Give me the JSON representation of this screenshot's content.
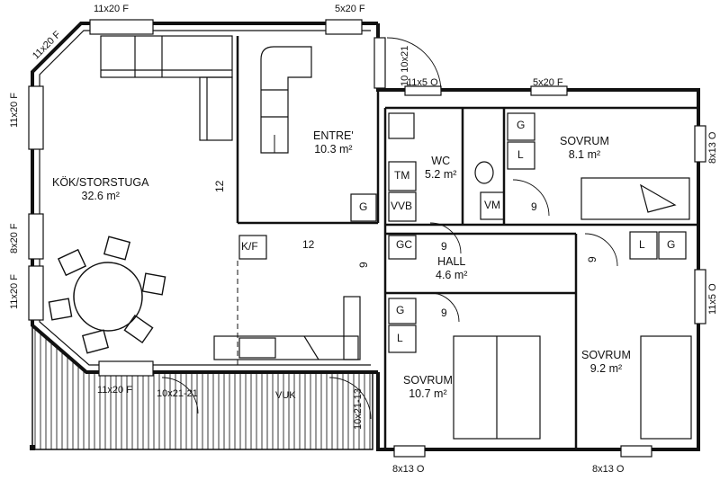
{
  "rooms": {
    "kok": {
      "name": "KÖK/STORSTUGA",
      "area": "32.6 m²"
    },
    "entre": {
      "name": "ENTRE'",
      "area": "10.3 m²"
    },
    "wc": {
      "name": "WC",
      "area": "5.2 m²"
    },
    "sovrum1": {
      "name": "SOVRUM",
      "area": "8.1 m²"
    },
    "hall": {
      "name": "HALL",
      "area": "4.6 m²"
    },
    "sovrum2": {
      "name": "SOVRUM",
      "area": "10.7 m²"
    },
    "sovrum3": {
      "name": "SOVRUM",
      "area": "9.2 m²"
    }
  },
  "windows": {
    "top_left": "11x20 F",
    "top_mid": "5x20 F",
    "diag_top": "11x20 F",
    "left_upper": "11x20 F",
    "left_mid": "8x20 F",
    "left_lower": "11x20 F",
    "bottom_left": "11x20 F",
    "door_terrace": "10x21-21",
    "door_entry": "10x21",
    "door_entry_top": "10 10x21",
    "wc_top": "11x5 O",
    "sovrum_top": "5x20 F",
    "right_upper": "8x13 O",
    "right_mid": "11x5 O",
    "bottom_mid": "8x13 O",
    "bottom_right": "8x13 O",
    "door_bottom": "10x21-13"
  },
  "fixtures": {
    "g_entre": "G",
    "tm": "TM",
    "vvb": "VVB",
    "g_sov1": "G",
    "l_sov1": "L",
    "kf": "K/F",
    "gc": "GC",
    "g_sov2": "G",
    "l_sov2": "L",
    "l_sov3": "L",
    "g_sov3": "G",
    "vm": "VM",
    "vuk": "VUK"
  },
  "dims": {
    "d12_vert": "12",
    "d12_horiz": "12",
    "d9_sov1": "9",
    "d9_hall_left": "9",
    "d9_hall": "9",
    "d9_sov3": "9",
    "d9_sov2": "9"
  }
}
